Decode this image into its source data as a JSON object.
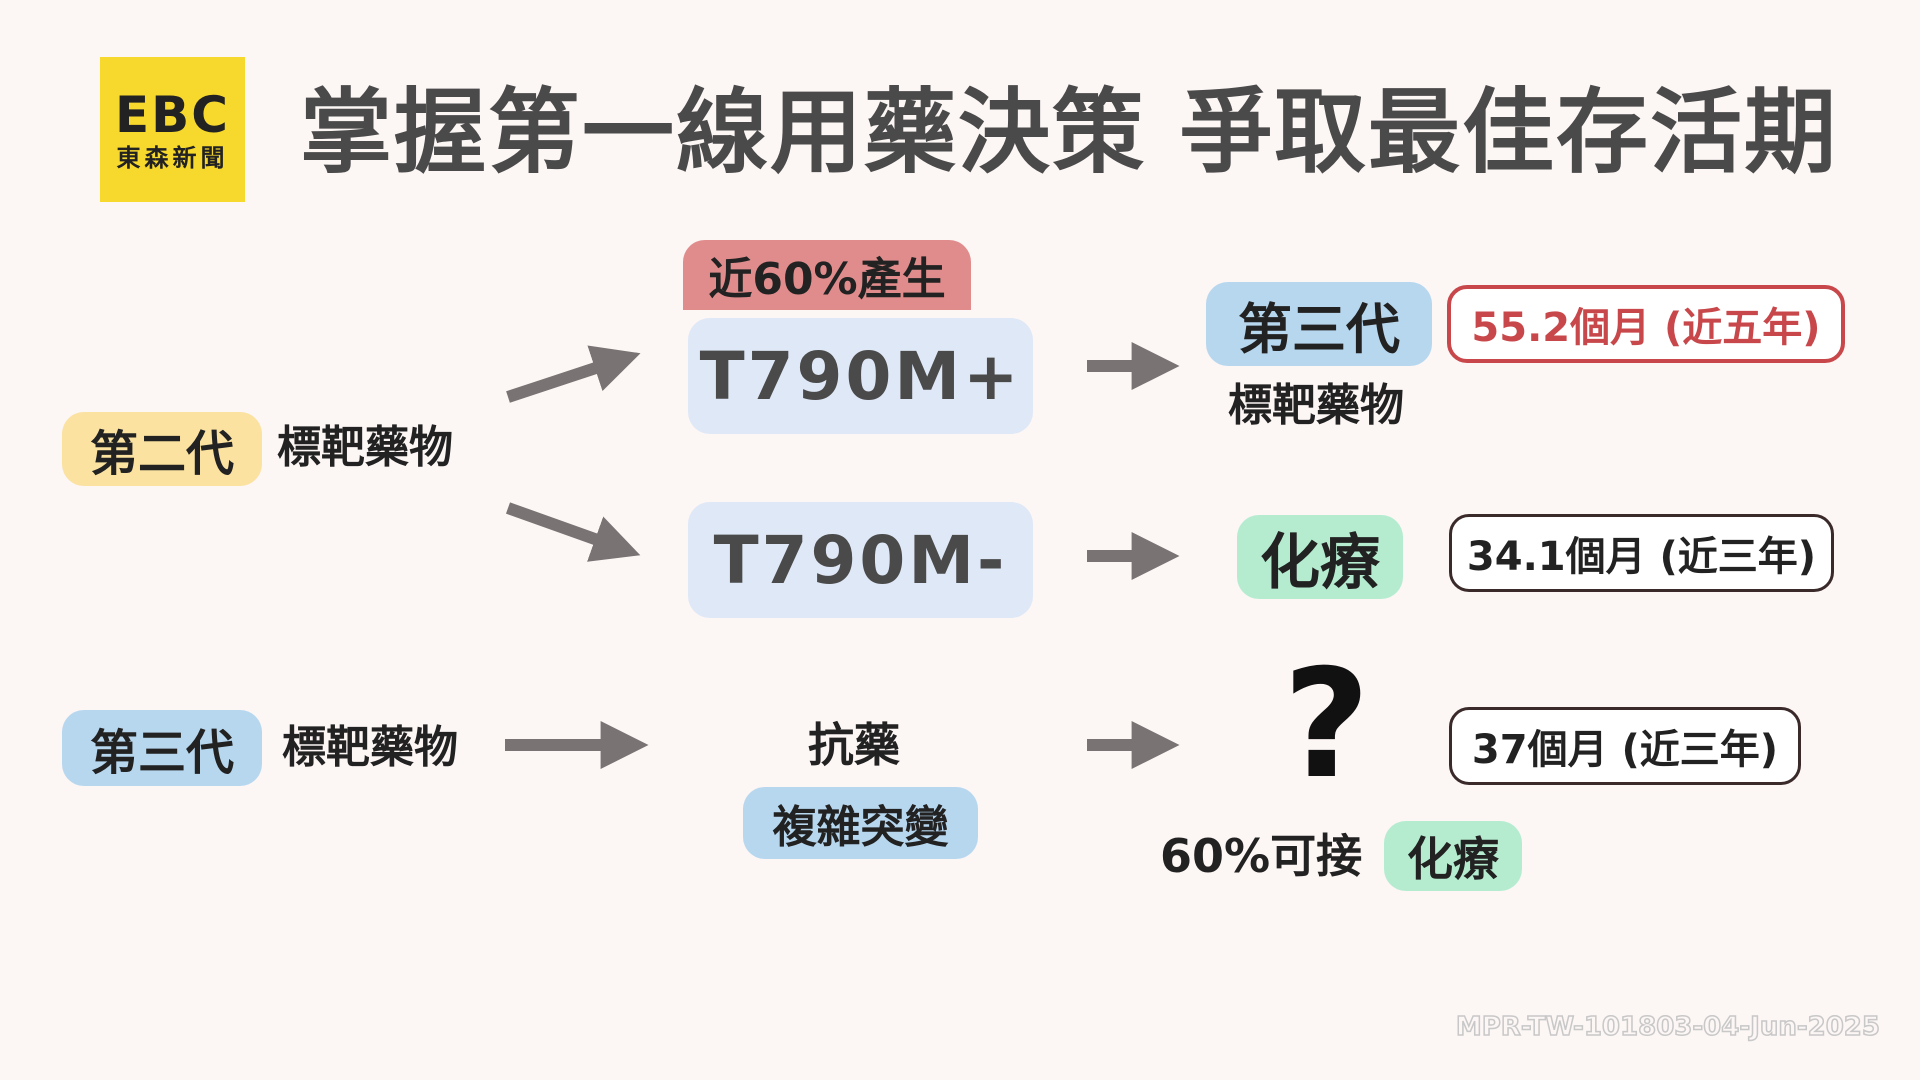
{
  "logo": {
    "brand": "EBC",
    "name": "東森新聞"
  },
  "title": "掌握第一線用藥決策 爭取最佳存活期",
  "left": {
    "gen2_badge": "第二代",
    "gen2_text": "標靶藥物",
    "gen3_badge": "第三代",
    "gen3_text": "標靶藥物"
  },
  "middle": {
    "tab_label": "近60%產生",
    "t790m_plus": "T790M+",
    "t790m_minus": "T790M-",
    "resist": "抗藥",
    "complex_badge": "複雜突變"
  },
  "right": {
    "gen3_badge": "第三代",
    "gen3_text": "標靶藥物",
    "chemo_badge": "化療",
    "question": "?",
    "sixty_text": "60%可接",
    "chemo_badge2": "化療"
  },
  "results": {
    "r1": "55.2個月 (近五年)",
    "r2": "34.1個月 (近三年)",
    "r3": "37個月 (近三年)"
  },
  "watermark": "MPR-TW-101803-04-Jun-2025",
  "colors": {
    "background": "#fcf6f5",
    "logo_yellow": "#f7d92d",
    "badge_yellow": "#fbe2a1",
    "badge_blue": "#b7d7ef",
    "badge_green": "#b5ecd0",
    "box_blue": "#dfe8f6",
    "tab_red": "#e18c8c",
    "result_red": "#c8474a",
    "arrow_gray": "#7a7373"
  }
}
